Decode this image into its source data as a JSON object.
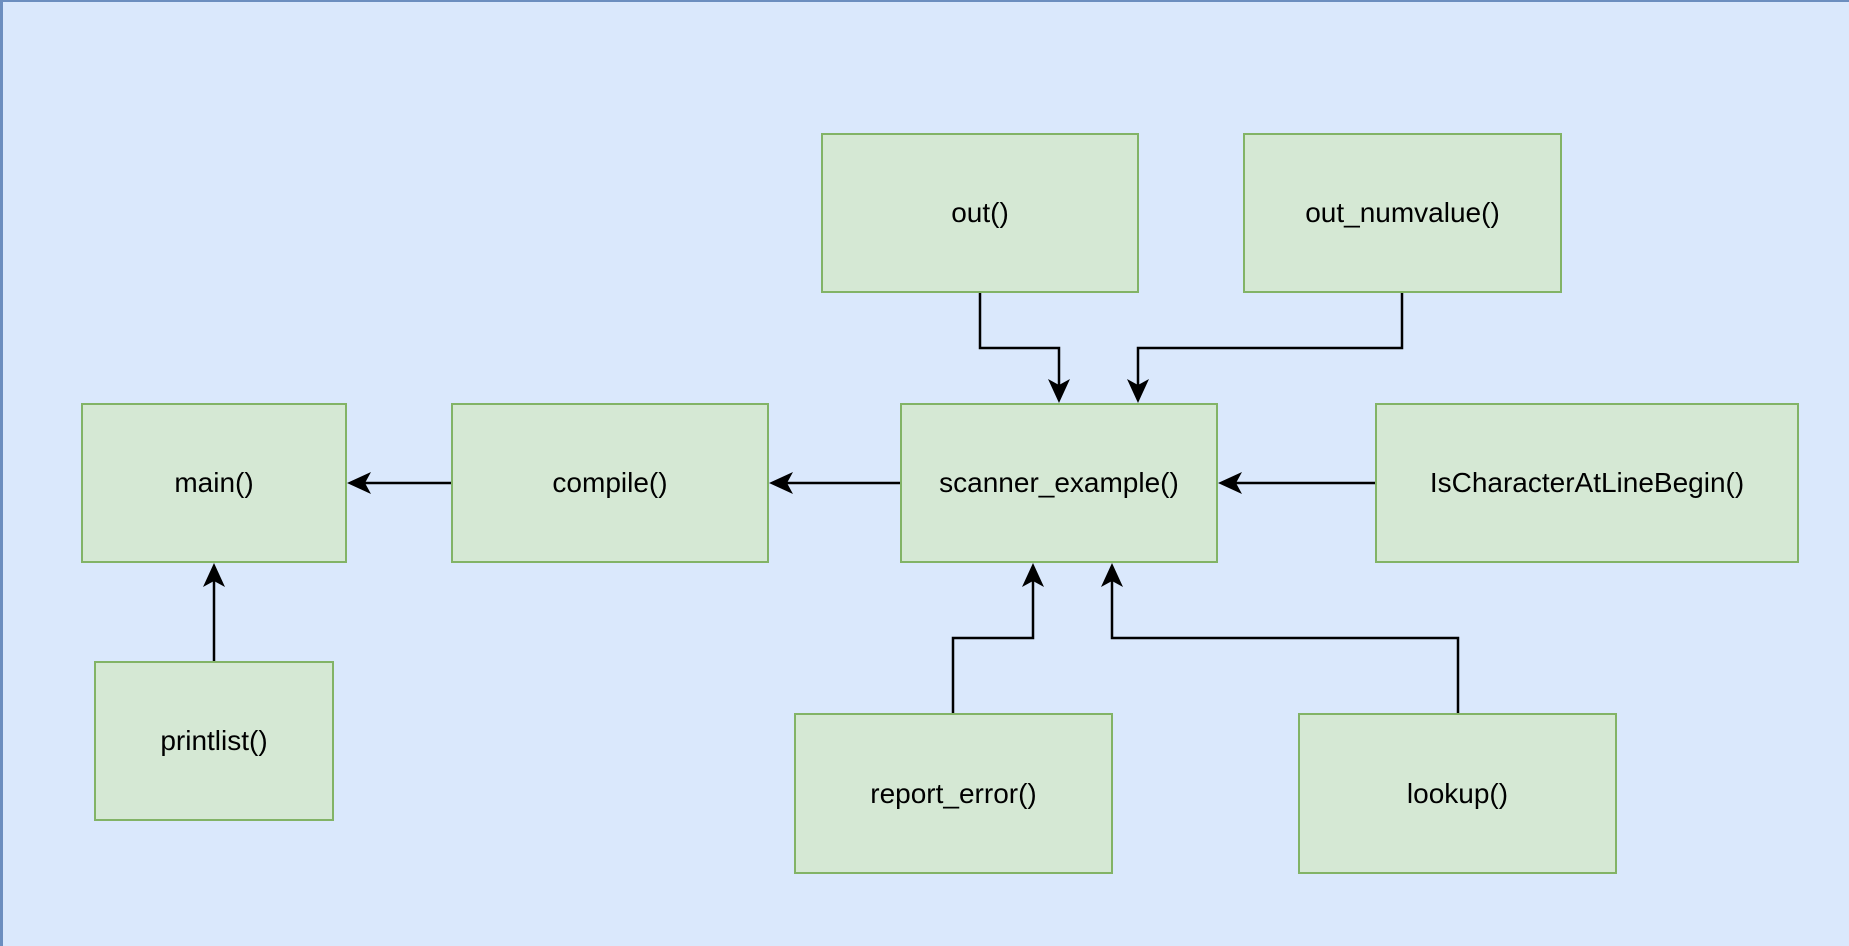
{
  "diagram": {
    "background_color": "#dae8fc",
    "node_fill": "#d5e8d4",
    "node_stroke": "#82b366",
    "nodes": {
      "out": "out()",
      "out_numvalue": "out_numvalue()",
      "main": "main()",
      "compile": "compile()",
      "scanner_example": "scanner_example()",
      "is_character_at_line_begin": "IsCharacterAtLineBegin()",
      "printlist": "printlist()",
      "report_error": "report_error()",
      "lookup": "lookup()"
    },
    "edges": [
      {
        "from": "compile",
        "to": "main"
      },
      {
        "from": "scanner_example",
        "to": "compile"
      },
      {
        "from": "is_character_at_line_begin",
        "to": "scanner_example"
      },
      {
        "from": "out",
        "to": "scanner_example"
      },
      {
        "from": "out_numvalue",
        "to": "scanner_example"
      },
      {
        "from": "report_error",
        "to": "scanner_example"
      },
      {
        "from": "lookup",
        "to": "scanner_example"
      },
      {
        "from": "printlist",
        "to": "main"
      }
    ]
  }
}
